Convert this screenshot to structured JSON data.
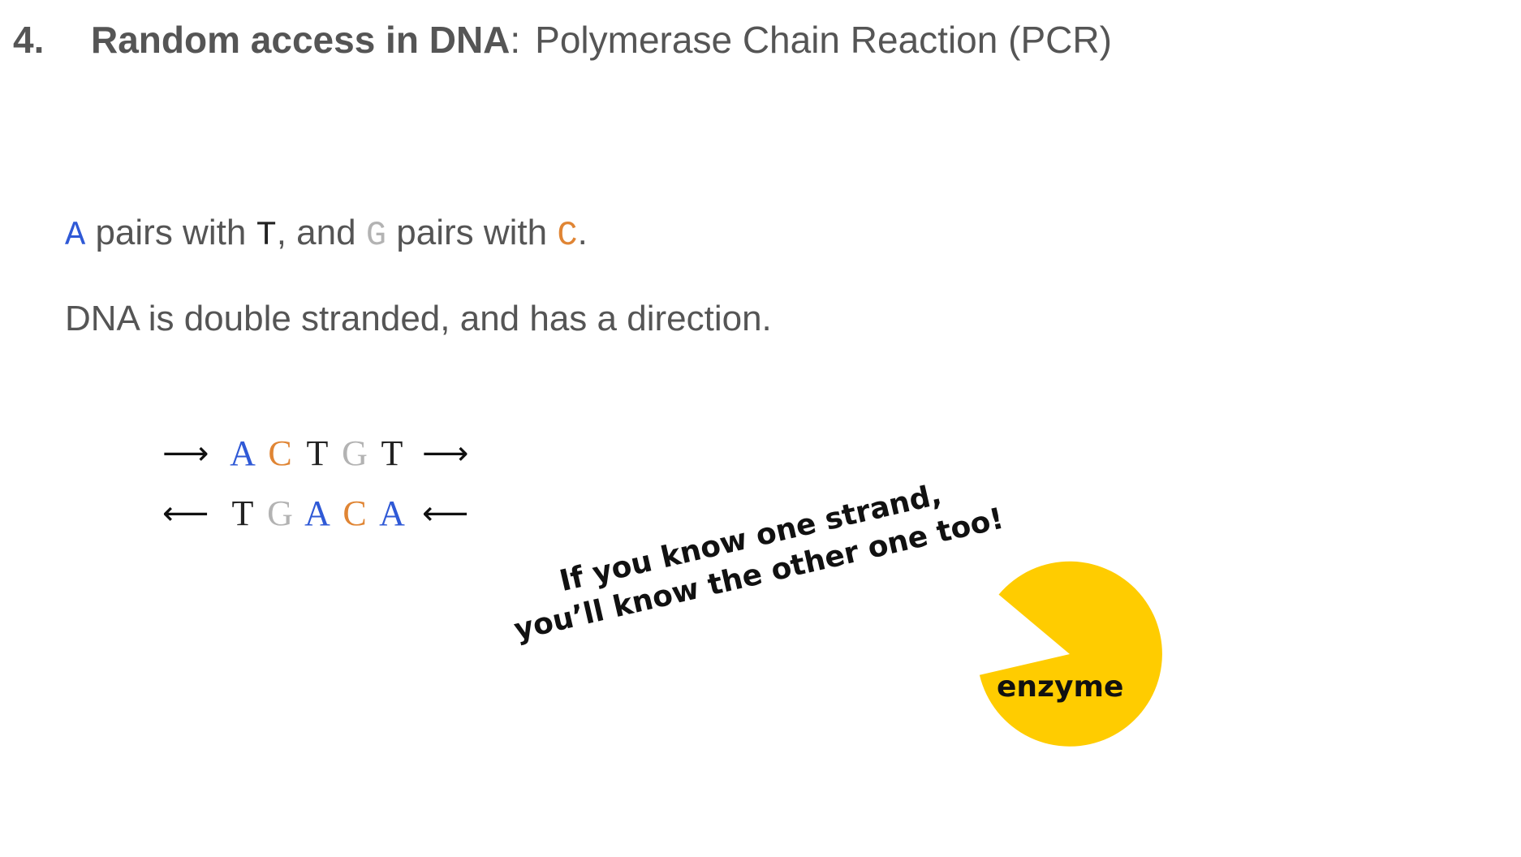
{
  "title": {
    "number": "4.",
    "topic": "Random access in DNA",
    "separator": ":",
    "subtitle": "Polymerase Chain Reaction (PCR)"
  },
  "pairing_sentence": {
    "base1": "A",
    "text1": " pairs with ",
    "base2": "T",
    "text2": ", and ",
    "base3": "G",
    "text3": " pairs with ",
    "base4": "C",
    "text4": "."
  },
  "direction_sentence": "DNA is double stranded, and has a direction.",
  "strands": {
    "top": {
      "lead_arrow": "⟶",
      "bases": [
        "A",
        "C",
        "T",
        "G",
        "T"
      ],
      "trail_arrow": "⟶"
    },
    "bottom": {
      "lead_arrow": "⟵",
      "bases": [
        "T",
        "G",
        "A",
        "C",
        "A"
      ],
      "trail_arrow": "⟵"
    }
  },
  "note": {
    "line1": "If you know one strand,",
    "line2": "you’ll know the other one too!"
  },
  "enzyme": {
    "label": "enzyme",
    "color": "#ffcc00"
  },
  "colors": {
    "A": "#2f59d6",
    "T": "#222222",
    "G": "#b3b3b3",
    "C": "#e08534",
    "text": "#555555"
  }
}
